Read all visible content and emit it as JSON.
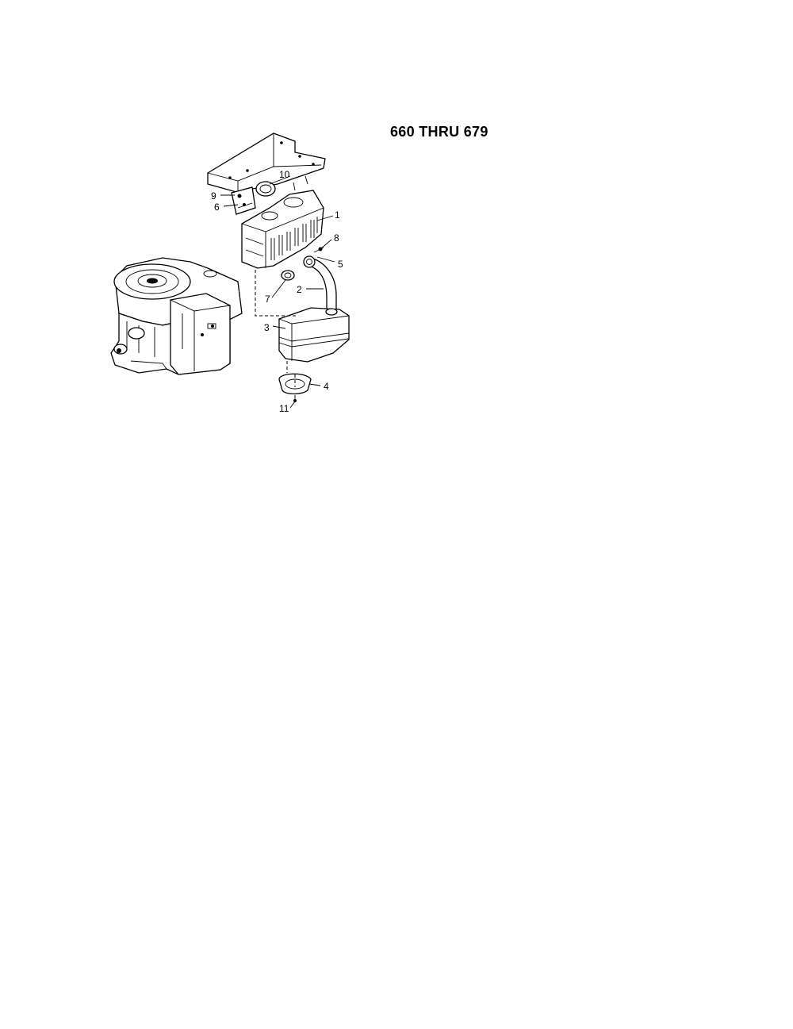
{
  "title": "660 THRU 679",
  "callouts": {
    "c1": "1",
    "c2": "2",
    "c3": "3",
    "c4": "4",
    "c5": "5",
    "c6": "6",
    "c7": "7",
    "c8": "8",
    "c9": "9",
    "c10": "10",
    "c11": "11"
  }
}
